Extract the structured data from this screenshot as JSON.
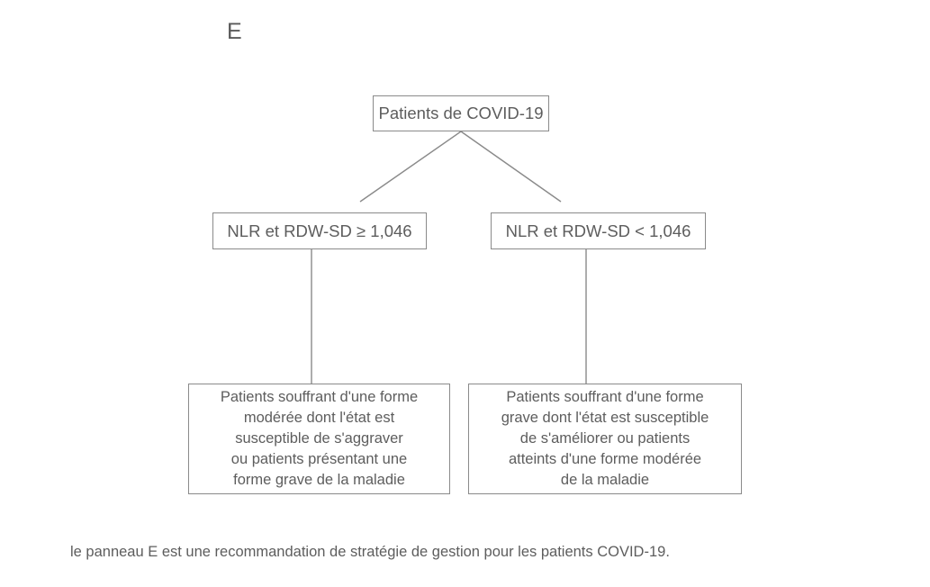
{
  "figure": {
    "panel_label": "E",
    "caption": "le panneau E est une recommandation de stratégie de gestion pour les patients COVID-19."
  },
  "palette": {
    "box_border": "#8a8a8a",
    "text": "#5d5d5d",
    "connector": "#8a8a8a",
    "background": "#ffffff"
  },
  "nodes": {
    "root": {
      "id": "patients-covid-19",
      "label": "Patients de COVID-19"
    },
    "branch_high": {
      "id": "nlr-rdwsd-high",
      "label": "NLR et RDW-SD ≥ 1,046"
    },
    "branch_low": {
      "id": "nlr-rdwsd-low",
      "label": "NLR et RDW-SD < 1,046"
    },
    "outcome_moderate": {
      "id": "outcome-moderate-worsening",
      "label": "Patients souffrant d'une forme\nmodérée dont l'état est\nsusceptible de s'aggraver\nou patients présentant une\nforme grave de la maladie"
    },
    "outcome_severe": {
      "id": "outcome-severe-improving",
      "label": "Patients souffrant d'une forme\ngrave dont l'état est susceptible\nde s'améliorer ou patients\natteints d'une forme modérée\nde la maladie"
    }
  },
  "edges": [
    {
      "from": "root",
      "to": "branch_high",
      "type": "diagonal"
    },
    {
      "from": "root",
      "to": "branch_low",
      "type": "diagonal"
    },
    {
      "from": "branch_high",
      "to": "outcome_moderate",
      "type": "vertical"
    },
    {
      "from": "branch_low",
      "to": "outcome_severe",
      "type": "vertical"
    }
  ]
}
